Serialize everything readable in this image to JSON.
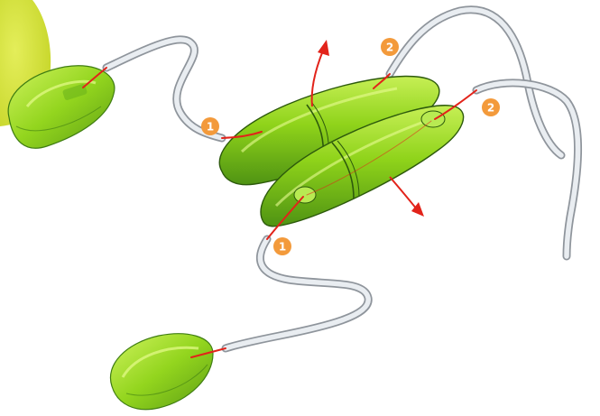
{
  "colors": {
    "background": "#ffffff",
    "corner_blob": "#d6e33c",
    "capsule_fill": "#8fd31a",
    "capsule_light": "#c6ef55",
    "capsule_dark": "#3f7d12",
    "capsule_outline": "#2d5a0c",
    "tube_outer": "#8f959c",
    "tube_inner": "#e9edf1",
    "wire": "#e2231a",
    "arrow": "#e2231a",
    "badge": "#f39a3b"
  },
  "icons": {
    "badge_shape": "circle",
    "arrow_head": "triangle"
  },
  "labels": {
    "badge_1_top": "1",
    "badge_1_bottom": "1",
    "badge_2_top": "2",
    "badge_2_right": "2"
  }
}
